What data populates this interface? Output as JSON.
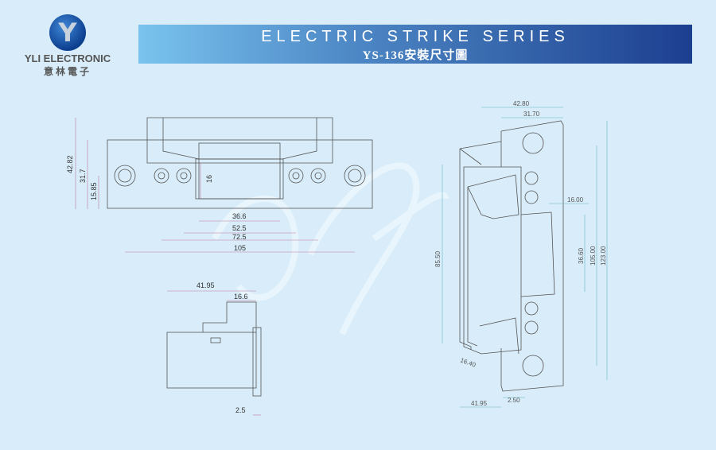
{
  "logo": {
    "icon": "y-logo-icon",
    "name_en": "YLI ELECTRONIC",
    "name_zh": "意林電子",
    "mark": "Y"
  },
  "banner": {
    "title": "ELECTRIC STRIKE SERIES",
    "subtitle": "YS-136安裝尺寸圖"
  },
  "front_view": {
    "width_total": "105",
    "span_72": "72.5",
    "span_52": "52.5",
    "span_36": "36.6",
    "height_total": "42.82",
    "height_31": "31.7",
    "height_15": "15.85",
    "depth_16": "16"
  },
  "side_view": {
    "depth": "41.95",
    "top": "16.6",
    "plate": "2.5"
  },
  "iso_view": {
    "w_42": "42.80",
    "w_31": "31.70",
    "d_16": "16.00",
    "h_36": "36.60",
    "h_105": "105.00",
    "h_123": "123.00",
    "h_85": "85.50",
    "d_16_40": "16.40",
    "b_41": "41.95",
    "b_2": "2.50"
  },
  "colors": {
    "background": "#d8ecf9",
    "banner_end": "#1c3f8f",
    "dim_line": "#c07aa0"
  }
}
